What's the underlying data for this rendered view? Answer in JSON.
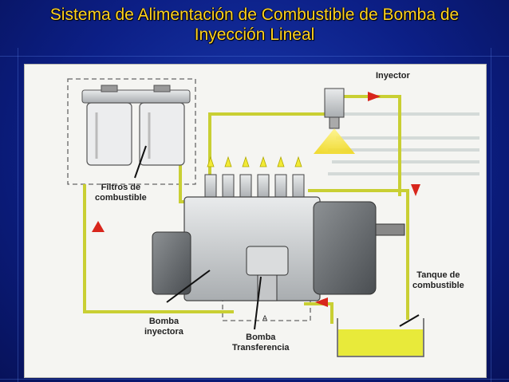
{
  "slide": {
    "title_line1": "Sistema de Alimentación de Combustible de Bomba de",
    "title_line2": "Inyección Lineal"
  },
  "diagram": {
    "labels": {
      "injector": "Inyector",
      "filters_line1": "Filtros de",
      "filters_line2": "combustible",
      "tank_line1": "Tanque de",
      "tank_line2": "combustible",
      "injection_pump_line1": "Bomba",
      "injection_pump_line2": "inyectora",
      "transfer_pump_line1": "Bomba",
      "transfer_pump_line2": "Transferencia",
      "marker_a": "A"
    },
    "colors": {
      "fuel_line": "#c9cf33",
      "fuel": "#e8ea3a",
      "flow_arrow": "#d8261c",
      "spray": "#f2ea35",
      "metal": "#cfd2d4",
      "slide_bg": "#0c1f86",
      "title": "#ffd21f"
    }
  }
}
